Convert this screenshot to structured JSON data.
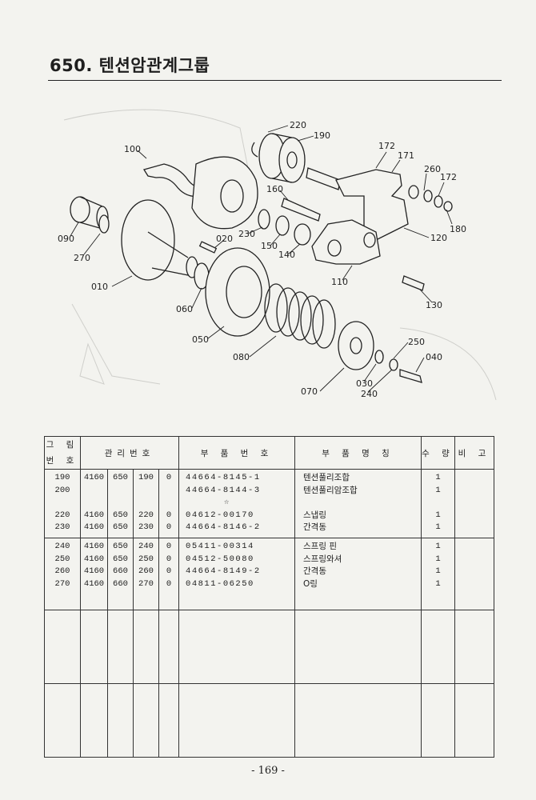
{
  "page": {
    "title": "650. 텐션암관계그룹",
    "page_number": "- 169 -"
  },
  "callouts": [
    "220",
    "190",
    "100",
    "172",
    "171",
    "260",
    "172",
    "180",
    "160",
    "120",
    "090",
    "270",
    "020",
    "230",
    "150",
    "140",
    "110",
    "010",
    "130",
    "060",
    "050",
    "080",
    "250",
    "040",
    "030",
    "240",
    "070"
  ],
  "table": {
    "headers": {
      "ref": [
        "그 림",
        "번 호"
      ],
      "mgmt": "관리번호",
      "partno": "부 품 번 호",
      "name": "부 품 명 칭",
      "qty": "수 량",
      "note": "비 고"
    },
    "groups": [
      {
        "ref": [
          "190",
          "200",
          "",
          "220",
          "230"
        ],
        "m1": [
          "4160",
          "",
          "",
          "4160",
          "4160"
        ],
        "m2": [
          "650",
          "",
          "",
          "650",
          "650"
        ],
        "m3": [
          "190",
          "",
          "",
          "220",
          "230"
        ],
        "m4": [
          "0",
          "",
          "",
          "0",
          "0"
        ],
        "partno": [
          "44664-8145-1",
          "44664-8144-3",
          "☆",
          "04612-00170",
          "44664-8146-2"
        ],
        "name": [
          "텐션풀리조합",
          "텐션풀리암조합",
          "",
          "스냅링",
          "간격동"
        ],
        "qty": [
          "1",
          "1",
          "",
          "1",
          "1"
        ]
      },
      {
        "ref": [
          "240",
          "250",
          "260",
          "270"
        ],
        "m1": [
          "4160",
          "4160",
          "4160",
          "4160"
        ],
        "m2": [
          "650",
          "650",
          "660",
          "660"
        ],
        "m3": [
          "240",
          "250",
          "260",
          "270"
        ],
        "m4": [
          "0",
          "0",
          "0",
          "0"
        ],
        "partno": [
          "05411-00314",
          "04512-50080",
          "44664-8149-2",
          "04811-06250"
        ],
        "name": [
          "스프링 핀",
          "스프링와셔",
          "간격동",
          "O링"
        ],
        "qty": [
          "1",
          "1",
          "1",
          "1"
        ]
      }
    ]
  }
}
